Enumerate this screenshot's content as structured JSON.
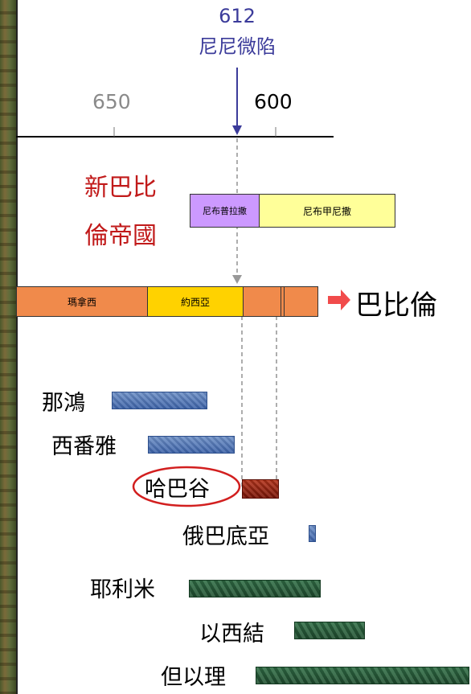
{
  "event": {
    "year": "612",
    "name": "尼尼微陷"
  },
  "axis": {
    "tick_650": "650",
    "tick_600": "600"
  },
  "empire": {
    "label_line1": "新巴比",
    "label_line2": "倫帝國",
    "kings": [
      "尼布普拉撒",
      "尼布甲尼撒"
    ]
  },
  "judah": {
    "kings": [
      "瑪拿西",
      "約西亞"
    ],
    "exile_label": "巴比倫"
  },
  "prophets": [
    {
      "name": "那鴻"
    },
    {
      "name": "西番雅"
    },
    {
      "name": "哈巴谷"
    },
    {
      "name": "俄巴底亞"
    },
    {
      "name": "耶利米"
    },
    {
      "name": "以西結"
    },
    {
      "name": "但以理"
    }
  ]
}
